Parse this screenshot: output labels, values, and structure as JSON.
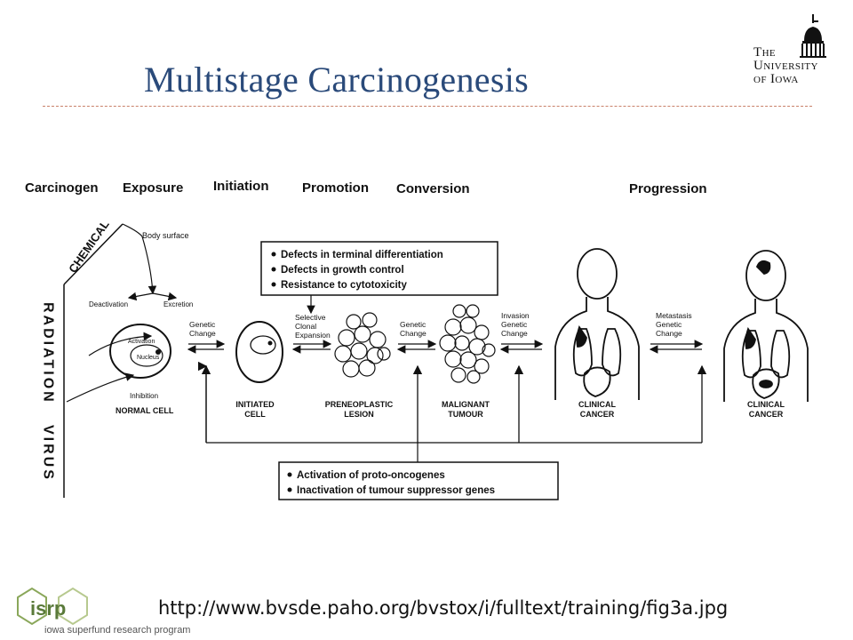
{
  "slide": {
    "title": "Multistage Carcinogenesis",
    "footer_url": "http://www.bvsde.paho.org/bvstox/i/fulltext/training/fig3a.jpg"
  },
  "logos": {
    "university": {
      "line1": "The",
      "line2": "University",
      "line3": "of Iowa"
    },
    "isrp": {
      "mark": "isrp",
      "caption": "iowa superfund research program"
    }
  },
  "diagram": {
    "headers": [
      "Carcinogen",
      "Exposure",
      "Initiation",
      "Promotion",
      "Conversion",
      "Progression"
    ],
    "agents": {
      "chemical": "CHEMICAL",
      "radiation": "RADIATION",
      "virus": "VIRUS"
    },
    "normal_cell": {
      "body_surface": "Body surface",
      "deactivation": "Deactivation",
      "excretion": "Excretion",
      "activation": "Activation",
      "nucleus": "Nucleus",
      "inhibition": "Inhibition",
      "label": "NORMAL CELL"
    },
    "top_box": [
      "Defects in terminal differentiation",
      "Defects in growth control",
      "Resistance to cytotoxicity"
    ],
    "bottom_box": [
      "Activation of proto-oncogenes",
      "Inactivation of tumour suppressor genes"
    ],
    "transitions": {
      "t1": [
        "Genetic",
        "Change"
      ],
      "t2": [
        "Selective",
        "Clonal",
        "Expansion"
      ],
      "t3": [
        "Genetic",
        "Change"
      ],
      "t4": [
        "Invasion",
        "Genetic",
        "Change"
      ],
      "t5": [
        "Metastasis",
        "Genetic",
        "Change"
      ]
    },
    "stages": {
      "initiated": [
        "INITIATED",
        "CELL"
      ],
      "preneoplastic": [
        "PRENEOPLASTIC",
        "LESION"
      ],
      "malignant": [
        "MALIGNANT",
        "TUMOUR"
      ],
      "clinical1": [
        "CLINICAL",
        "CANCER"
      ],
      "clinical2": [
        "CLINICAL",
        "CANCER"
      ]
    }
  }
}
